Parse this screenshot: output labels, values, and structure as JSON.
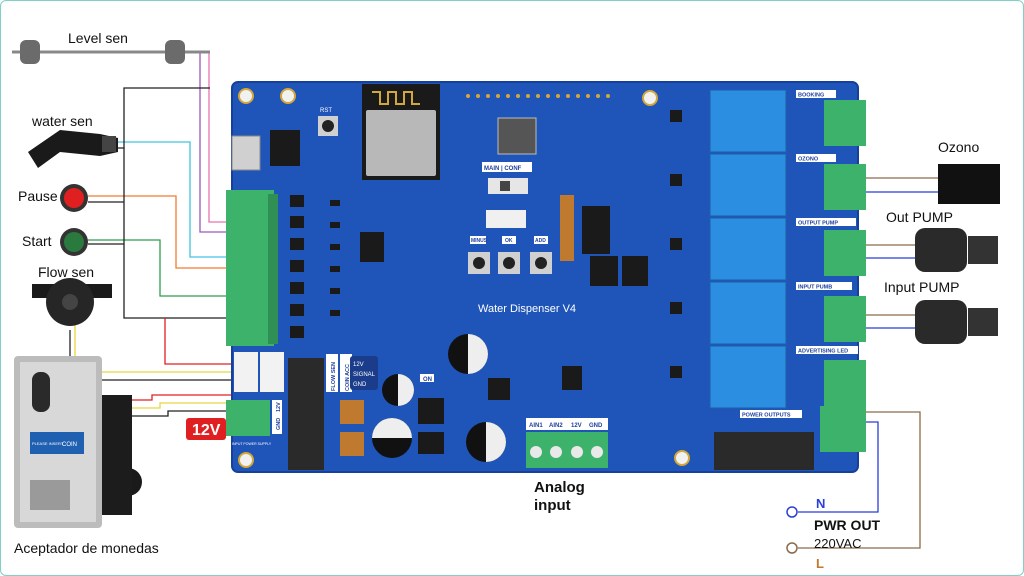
{
  "labels": {
    "level_sensor": "Level sen",
    "water_sensor": "water sen",
    "pause": "Pause",
    "start": "Start",
    "flow_sensor": "Flow sen",
    "coin_acceptor": "Aceptador de monedas",
    "twelve_v": "12V",
    "analog_input_line1": "Analog",
    "analog_input_line2": "input",
    "ozone": "Ozono",
    "out_pump": "Out PUMP",
    "input_pump": "Input PUMP",
    "neutral": "N",
    "pwr_out": "PWR OUT",
    "vac": "220VAC",
    "live": "L"
  },
  "board": {
    "title": "Water Dispenser V4",
    "rst": "RST",
    "main_conf": "MAIN | CONF",
    "button_minus": "MINUS",
    "button_ok": "OK",
    "button_add": "ADD",
    "on": "ON",
    "input_power_supply": "INPUT POWER SUPPLY",
    "flow_sen": "FLOW SEN",
    "coin_acc": "COIN ACC",
    "signal_block": [
      "12V",
      "SIGNAL",
      "GND"
    ],
    "power_conn_pins": [
      "GND",
      "12V"
    ],
    "analog_pins": [
      "AIN1",
      "AIN2",
      "12V",
      "GND"
    ],
    "coin_label": "COIN",
    "coin_please": "PLEASE INSERT",
    "relay_outputs": [
      {
        "label": "BOOKING"
      },
      {
        "label": "OZONO"
      },
      {
        "label": "OUTPUT PUMP"
      },
      {
        "label": "INPUT PUMB"
      },
      {
        "label": "ADVERTISING LED"
      },
      {
        "label": "POWER OUTPUTS"
      }
    ]
  },
  "colors": {
    "board": "#1f55b8",
    "terminal": "#3cb26a",
    "relay": "#2c8ee0",
    "wire_black": "#222222",
    "wire_cyan": "#40c4e0",
    "wire_purple": "#9b59b6",
    "wire_pink": "#e573b0",
    "wire_orange": "#f07a30",
    "wire_green": "#2e9e4f",
    "wire_red": "#e02020",
    "wire_yellow": "#e8d640",
    "wire_blue": "#2a3fd8",
    "wire_brown": "#8a6a4a",
    "badge_red": "#e02020"
  }
}
